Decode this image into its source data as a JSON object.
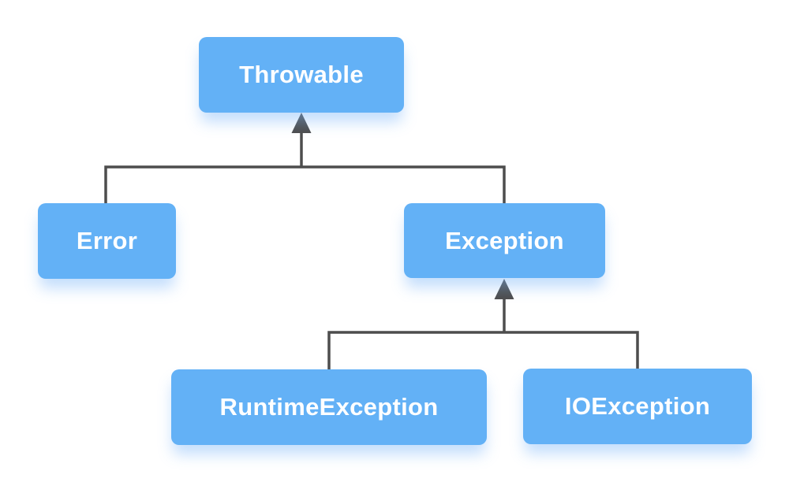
{
  "diagram": {
    "type": "class-hierarchy-tree",
    "nodes": [
      {
        "id": "throwable",
        "label": "Throwable"
      },
      {
        "id": "error",
        "label": "Error"
      },
      {
        "id": "exception",
        "label": "Exception"
      },
      {
        "id": "runtime_exception",
        "label": "RuntimeException"
      },
      {
        "id": "io_exception",
        "label": "IOException"
      }
    ],
    "edges": [
      {
        "from": "error",
        "to": "throwable",
        "style": "solid",
        "arrowhead_at": "throwable"
      },
      {
        "from": "exception",
        "to": "throwable",
        "style": "solid",
        "arrowhead_at": "throwable"
      },
      {
        "from": "runtime_exception",
        "to": "exception",
        "style": "solid",
        "arrowhead_at": "exception"
      },
      {
        "from": "io_exception",
        "to": "exception",
        "style": "solid",
        "arrowhead_at": "exception"
      }
    ],
    "colors": {
      "node_fill": "#63b1f6",
      "node_text": "#ffffff",
      "node_glow": "rgba(125,182,248,0.45)",
      "connector": "#4d4d4d",
      "background": "#ffffff"
    }
  }
}
